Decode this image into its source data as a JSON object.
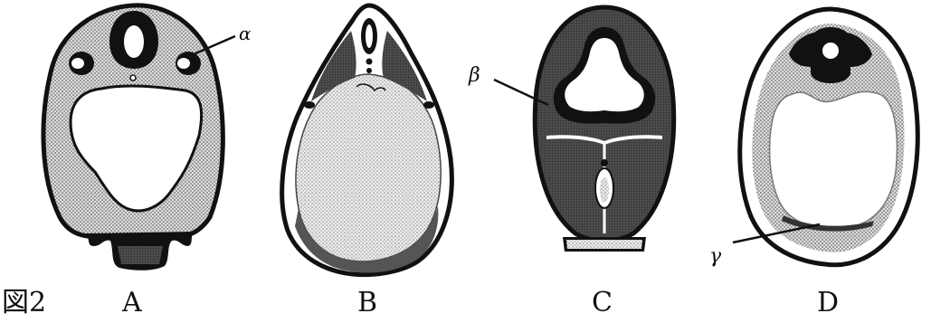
{
  "figure": {
    "number": "図2",
    "panels": [
      {
        "letter": "A"
      },
      {
        "letter": "B"
      },
      {
        "letter": "C"
      },
      {
        "letter": "D"
      }
    ],
    "annotations": {
      "alpha": "α",
      "beta": "β",
      "gamma": "γ"
    }
  },
  "colors": {
    "ink": "#111111",
    "light_stipple": "#d6d6d6",
    "mid_stipple": "#bfbfbf",
    "dark_fill": "#3b3b3b",
    "paper": "#ffffff"
  }
}
